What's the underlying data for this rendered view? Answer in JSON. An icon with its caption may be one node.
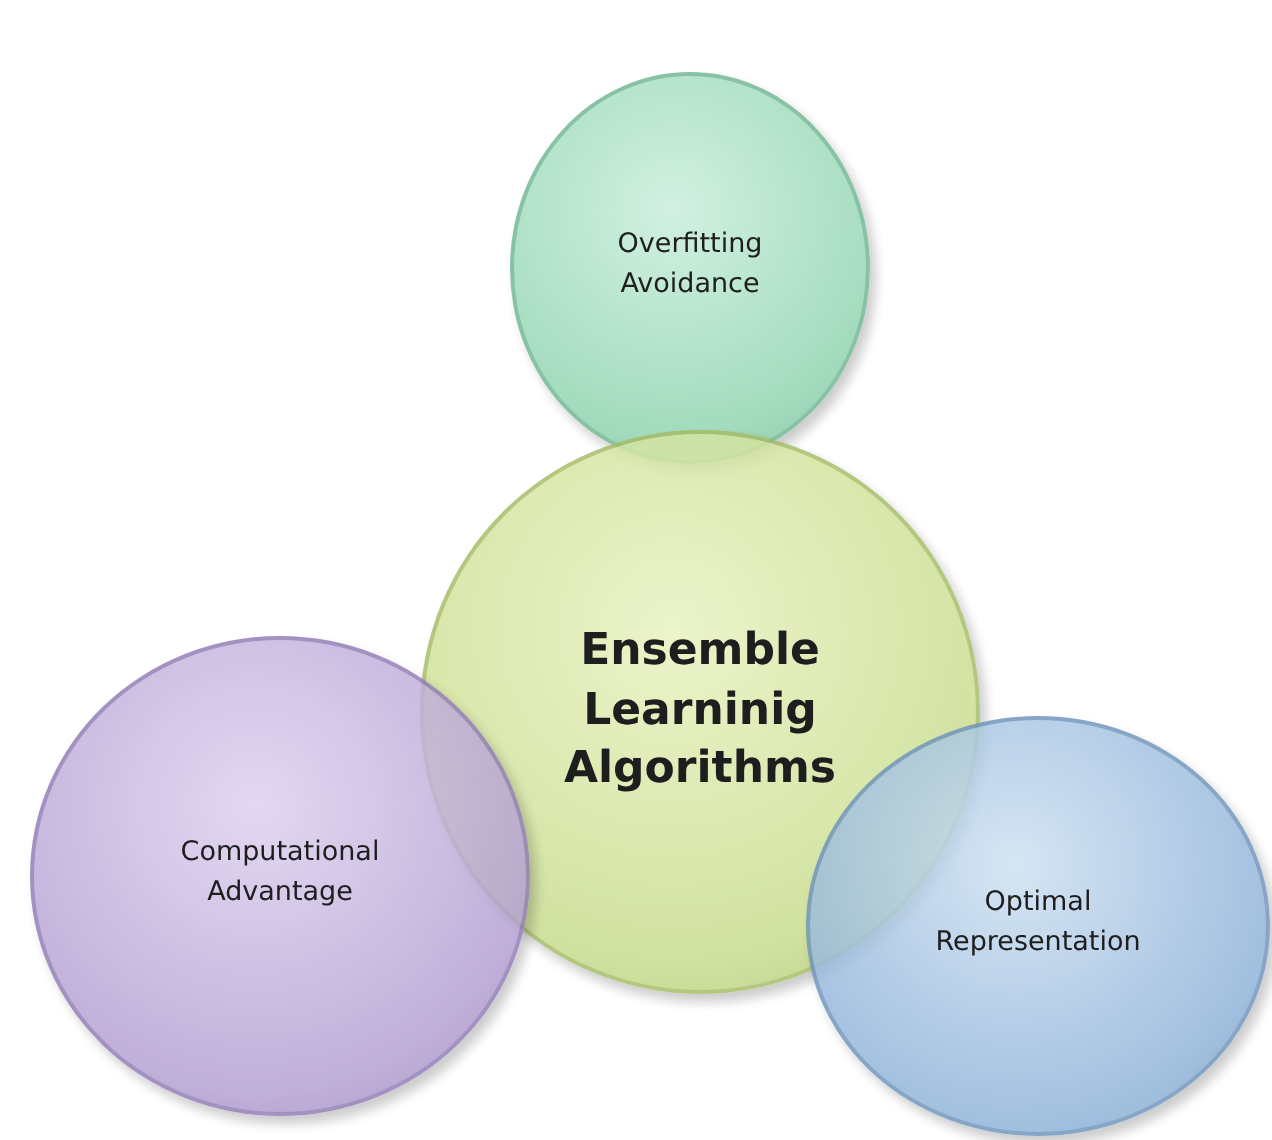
{
  "diagram": {
    "nodes": [
      {
        "text": [
          "Overfitting Avoidance"
        ]
      },
      {
        "text": [
          "Ensemble Learninig Algorithms"
        ]
      },
      {
        "text": [
          "Computational Advantage"
        ]
      },
      {
        "text": [
          "Optimal Representation"
        ]
      }
    ]
  }
}
